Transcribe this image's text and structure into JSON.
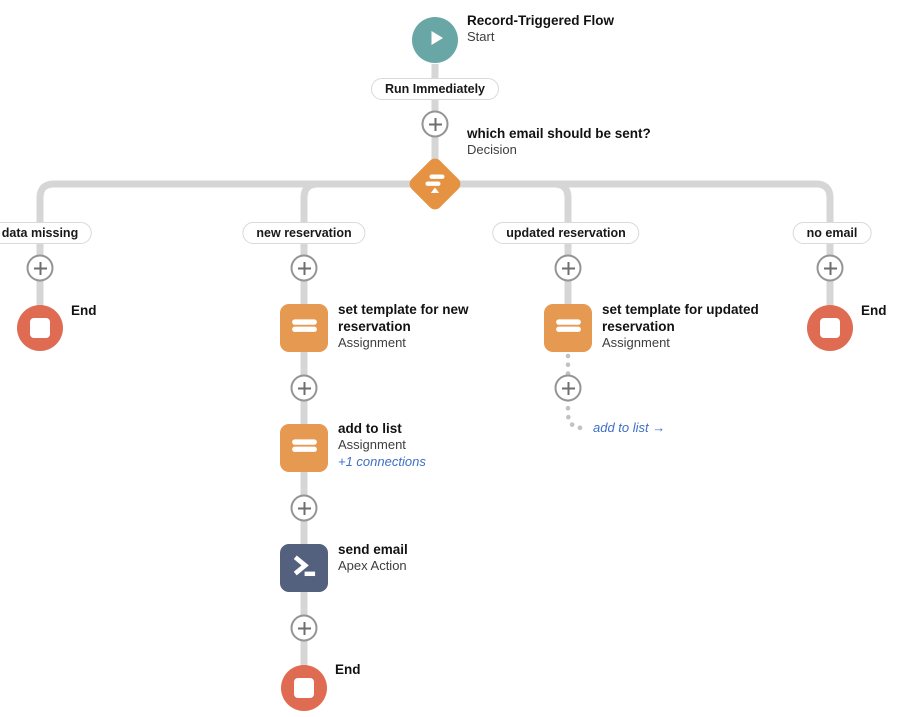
{
  "flow": {
    "start": {
      "title": "Record-Triggered Flow",
      "subtitle": "Start",
      "trigger_label": "Run Immediately"
    },
    "decision": {
      "title": "which email should be sent?",
      "subtitle": "Decision"
    },
    "branches": [
      {
        "label": "data missing"
      },
      {
        "label": "new reservation"
      },
      {
        "label": "updated reservation"
      },
      {
        "label": "no email"
      }
    ],
    "nodes": {
      "end_left": {
        "title": "End"
      },
      "set_template_new": {
        "title": "set template for new reservation",
        "subtitle": "Assignment"
      },
      "add_to_list": {
        "title": "add to list",
        "subtitle": "Assignment",
        "connections": "+1 connections"
      },
      "send_email": {
        "title": "send email",
        "subtitle": "Apex Action"
      },
      "end_bottom": {
        "title": "End"
      },
      "set_template_updated": {
        "title": "set template for updated reservation",
        "subtitle": "Assignment"
      },
      "goto": {
        "label": "add to list →"
      },
      "end_right": {
        "title": "End"
      }
    },
    "colors": {
      "start": "#69a7a7",
      "decision": "#e69243",
      "assignment": "#e69950",
      "apex": "#53607e",
      "end": "#de6b52",
      "connector": "#d6d6d6",
      "link": "#3e6fc6"
    }
  }
}
